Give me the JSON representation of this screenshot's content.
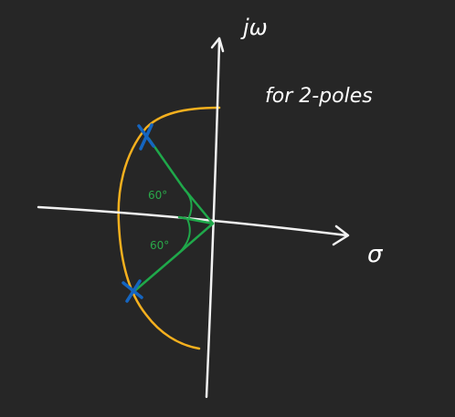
{
  "axes": {
    "vertical_label": "jω",
    "horizontal_label": "σ"
  },
  "annotation": {
    "text": "for 2-poles"
  },
  "angles": {
    "upper": "60°",
    "lower": "60°"
  },
  "colors": {
    "background": "#262626",
    "axes": "#f2f2f2",
    "arc": "#f5b01e",
    "pole_lines": "#1fa84a",
    "poles": "#1565c0"
  }
}
